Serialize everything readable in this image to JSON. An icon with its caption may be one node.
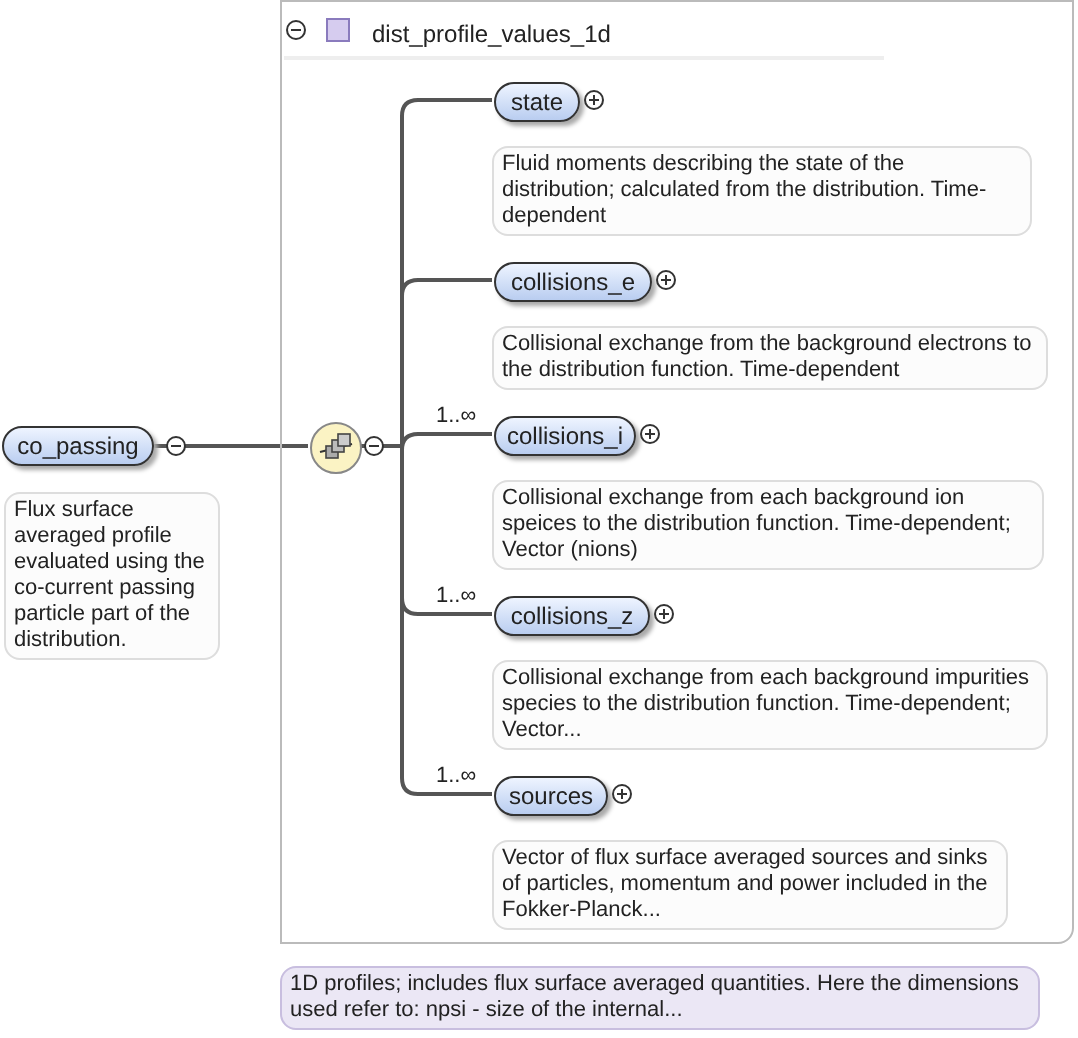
{
  "diagram": {
    "nodes": [
      {
        "text": [
          "co_passing"
        ],
        "beside": [
          "Flux surface averaged profile evaluated using the co-current passing particle part of the distribution."
        ]
      },
      {
        "text": [
          "dist_profile_values_1d"
        ],
        "beside": [
          "1D profiles; includes flux surface averaged quantities. Here the dimensions used refer to: npsi - size of the internal..."
        ]
      },
      {
        "text": [],
        "shape": "circle",
        "in": 1
      },
      {
        "text": [
          "state"
        ],
        "in": 1,
        "beside": [
          "Fluid moments describing the state of the distribution; calculated from the distribution. Time-dependent"
        ]
      },
      {
        "text": [
          "collisions_e"
        ],
        "in": 1,
        "beside": [
          "Collisional exchange from the background electrons to the distribution function. Time-dependent"
        ]
      },
      {
        "text": [
          "collisions_i"
        ],
        "in": 1,
        "beside": [
          "Collisional exchange from each background ion speices to the distribution function. Time-dependent; Vector (nions)"
        ]
      },
      {
        "text": [
          "collisions_z"
        ],
        "in": 1,
        "beside": [
          "Collisional exchange from each background impurities species to the distribution function. Time-dependent; Vector..."
        ]
      },
      {
        "text": [
          "sources"
        ],
        "in": 1,
        "beside": [
          "Vector of flux surface averaged sources and sinks of particles, momentum and power included in the Fokker-Planck..."
        ]
      }
    ],
    "edges": [
      {
        "from": 0,
        "to": 2,
        "arrow": "none"
      },
      {
        "from": 2,
        "to": 3,
        "arrow": "none"
      },
      {
        "from": 2,
        "to": 4,
        "arrow": "none"
      },
      {
        "from": 2,
        "to": 5,
        "arrow": "none",
        "label": "1..∞"
      },
      {
        "from": 2,
        "to": 6,
        "arrow": "none",
        "label": "1..∞"
      },
      {
        "from": 2,
        "to": 7,
        "arrow": "none",
        "label": "1..∞"
      }
    ]
  }
}
